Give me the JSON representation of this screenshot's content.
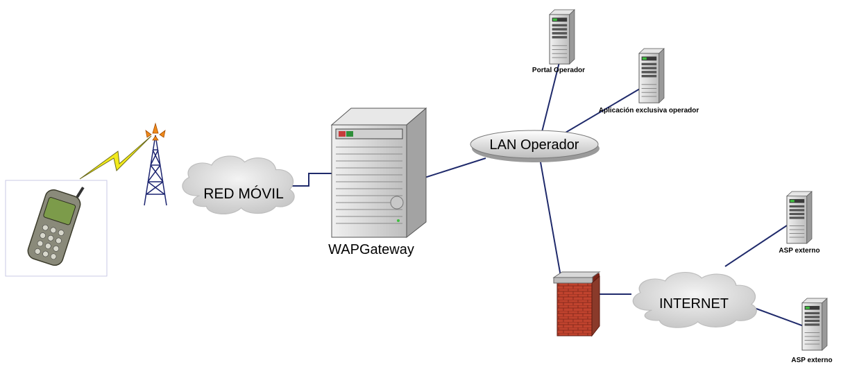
{
  "labels": {
    "red_movil": "RED MÓVIL",
    "wap_gateway": "WAPGateway",
    "lan_operador": "LAN Operador",
    "portal_operador": "Portal Operador",
    "aplicacion_exclusiva": "Aplicación exclusiva operador",
    "internet": "INTERNET",
    "asp_externo_1": "ASP externo",
    "asp_externo_2": "ASP externo"
  },
  "colors": {
    "link": "#1f2a6b",
    "cloud": "#e3e3e3",
    "server_body": "#d9d9d9",
    "firewall_brick": "#c0432e",
    "lightning": "#f2ea1c",
    "tower": "#1c2470"
  },
  "icons": [
    "mobile-phone-icon",
    "lightning-icon",
    "antenna-tower-icon",
    "cloud-icon",
    "server-icon",
    "firewall-icon"
  ]
}
